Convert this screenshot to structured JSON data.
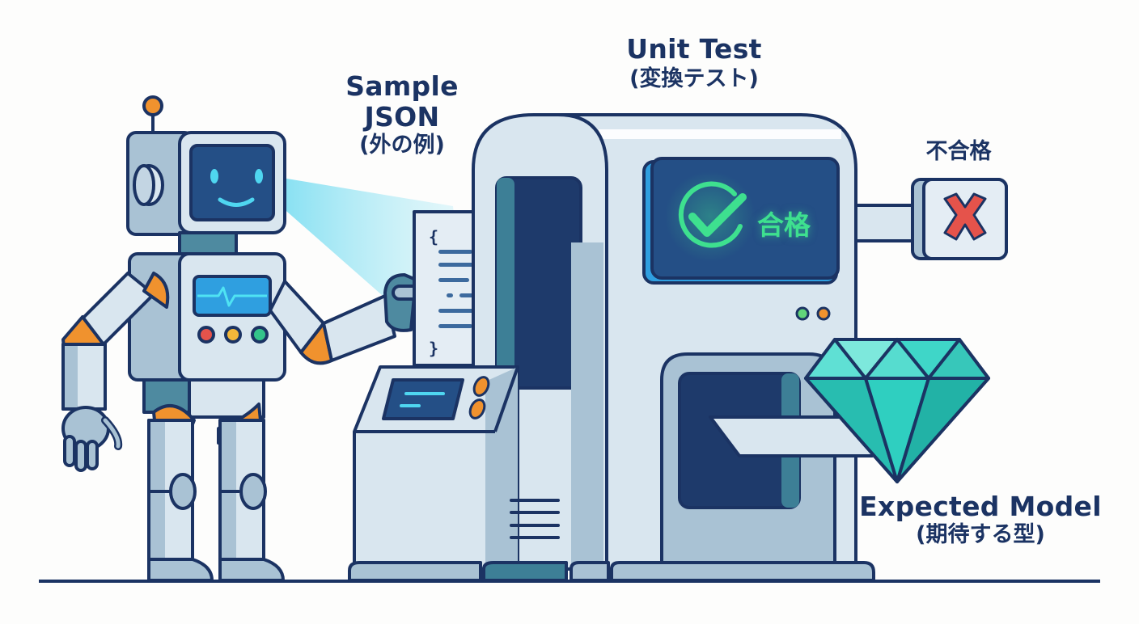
{
  "labels": {
    "sample_json": {
      "en": "Sample JSON",
      "en_line1": "Sample",
      "en_line2": "JSON",
      "ja": "(外の例)"
    },
    "unit_test": {
      "en": "Unit Test",
      "ja": "(変換テスト)"
    },
    "fail": "不合格",
    "pass": "合格",
    "expected_model": {
      "en": "Expected Model",
      "ja": "(期待する型)"
    }
  },
  "icons": {
    "pass": "check-circle-icon",
    "fail": "x-mark-icon",
    "model": "diamond-gem-icon",
    "document": "json-document-icon",
    "robot": "robot-icon"
  },
  "document": {
    "open_brace": "{",
    "close_brace": "}"
  },
  "colors": {
    "outline": "#1b3363",
    "text": "#1b3363",
    "machine_light": "#d9e6ef",
    "machine_mid": "#a9c2d4",
    "screen_dark": "#244f86",
    "screen_accent": "#2f9fe0",
    "pass_green": "#3ee08f",
    "fail_red": "#e5534b",
    "robot_orange": "#f0922e",
    "gem_teal": "#2fcfc0",
    "beam_cyan": "#7fe0f0",
    "led_red": "#e5534b",
    "led_yellow": "#f3b73a",
    "led_green": "#33c48a"
  }
}
